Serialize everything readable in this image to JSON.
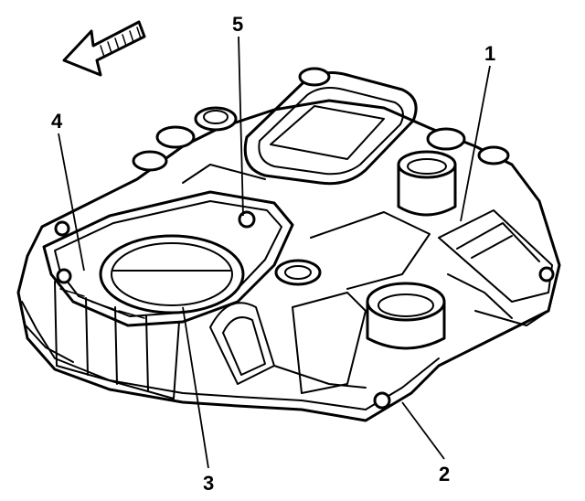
{
  "callouts": {
    "c1": "1",
    "c2": "2",
    "c3": "3",
    "c4": "4",
    "c5": "5"
  },
  "colors": {
    "ink": "#000000",
    "paper": "#ffffff"
  },
  "icons": {
    "direction_arrow": "arrow-left-icon"
  }
}
